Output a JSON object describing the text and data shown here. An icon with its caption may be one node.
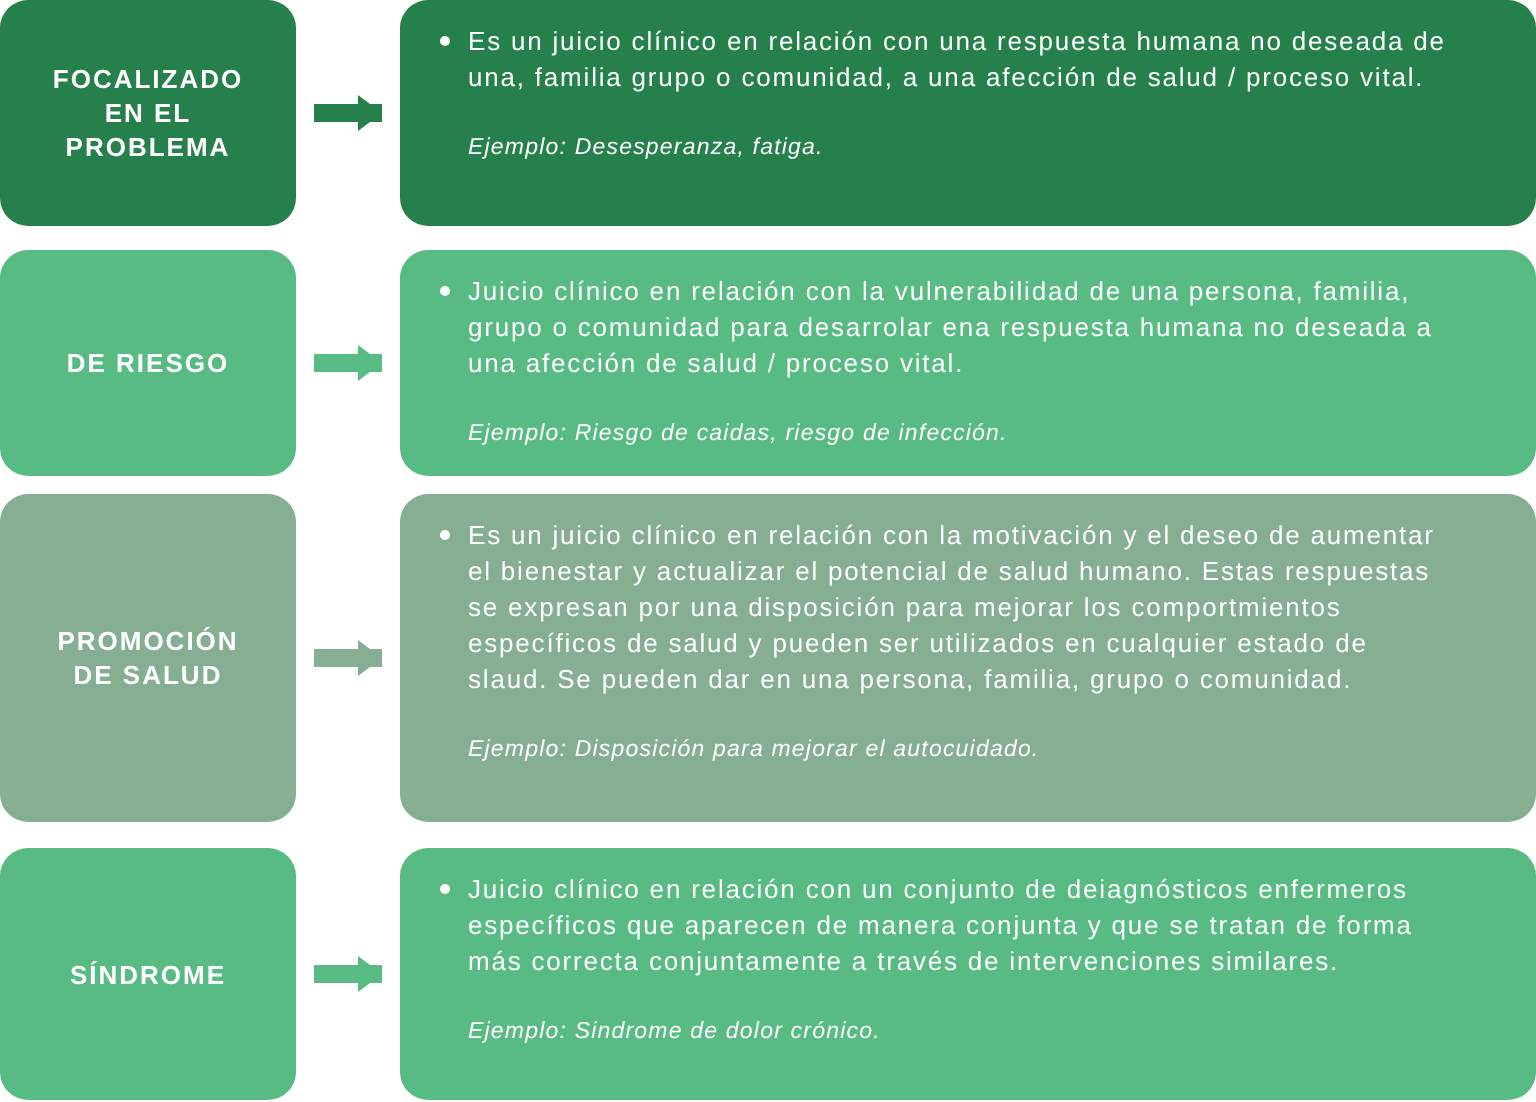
{
  "diagram": {
    "nodes": [
      {
        "text": [
          "FOCALIZADO EN EL PROBLEMA"
        ]
      },
      {
        "text": [
          "Es un juicio clínico en relación con una respuesta humana no deseada de una, familia grupo o comunidad, a una afección de salud / proceso vital.",
          "Ejemplo: Desesperanza, fatiga."
        ]
      },
      {
        "text": [
          "DE RIESGO"
        ]
      },
      {
        "text": [
          "Juicio clínico en relación con la vulnerabilidad de una persona, familia, grupo o comunidad para desarrolar ena respuesta humana no deseada a una afección de salud / proceso vital.",
          "Ejemplo: Riesgo de caidas, riesgo de infección."
        ]
      },
      {
        "text": [
          "PROMOCIÓN DE SALUD"
        ]
      },
      {
        "text": [
          "Es un juicio clínico en relación con la motivación y el deseo de aumentar el bienestar y actualizar el potencial de salud humano. Estas respuestas se expresan por una disposición para mejorar los comportmientos específicos de salud y pueden ser utilizados en cualquier estado de slaud. Se pueden dar en una persona, familia, grupo o comunidad.",
          "Ejemplo: Disposición para mejorar el autocuidado."
        ]
      },
      {
        "text": [
          "SÍNDROME"
        ]
      },
      {
        "text": [
          "Juicio clínico en relación con un conjunto de deiagnósticos enfermeros específicos que aparecen de manera conjunta y que se tratan de forma más correcta conjuntamente a través de intervenciones similares.",
          "Ejemplo: Sindrome de dolor crónico."
        ]
      }
    ],
    "edges": [
      {
        "from": 0,
        "to": 1,
        "arrow": "to",
        "color": "#26804b"
      },
      {
        "from": 2,
        "to": 3,
        "arrow": "to"
      },
      {
        "from": 4,
        "to": 5,
        "arrow": "to",
        "color": "#86ae93"
      },
      {
        "from": 6,
        "to": 7,
        "arrow": "to"
      }
    ]
  }
}
